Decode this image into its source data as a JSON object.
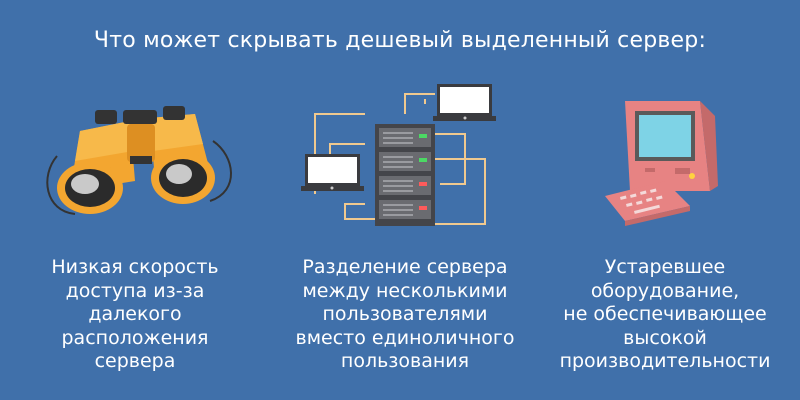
{
  "title": "Что может скрывать дешевый выделенный сервер:",
  "items": [
    {
      "icon": "binoculars-icon",
      "caption": [
        "Низкая скорость",
        "доступа из-за",
        "далекого",
        "расположения",
        "сервера"
      ]
    },
    {
      "icon": "server-network-icon",
      "caption": [
        "Разделение сервера",
        "между несколькими",
        "пользователями",
        "вместо единоличного",
        "пользования"
      ]
    },
    {
      "icon": "old-computer-icon",
      "caption": [
        "Устаревшее",
        "оборудование,",
        "не обеспечивающее",
        "высокой",
        "производительности"
      ]
    }
  ],
  "colors": {
    "background": "#4070aa",
    "binoculars": "#f3a630",
    "server": "#57585c",
    "computer": "#e78383",
    "screen": "#7ed3e6",
    "cable": "#f0c98f"
  }
}
